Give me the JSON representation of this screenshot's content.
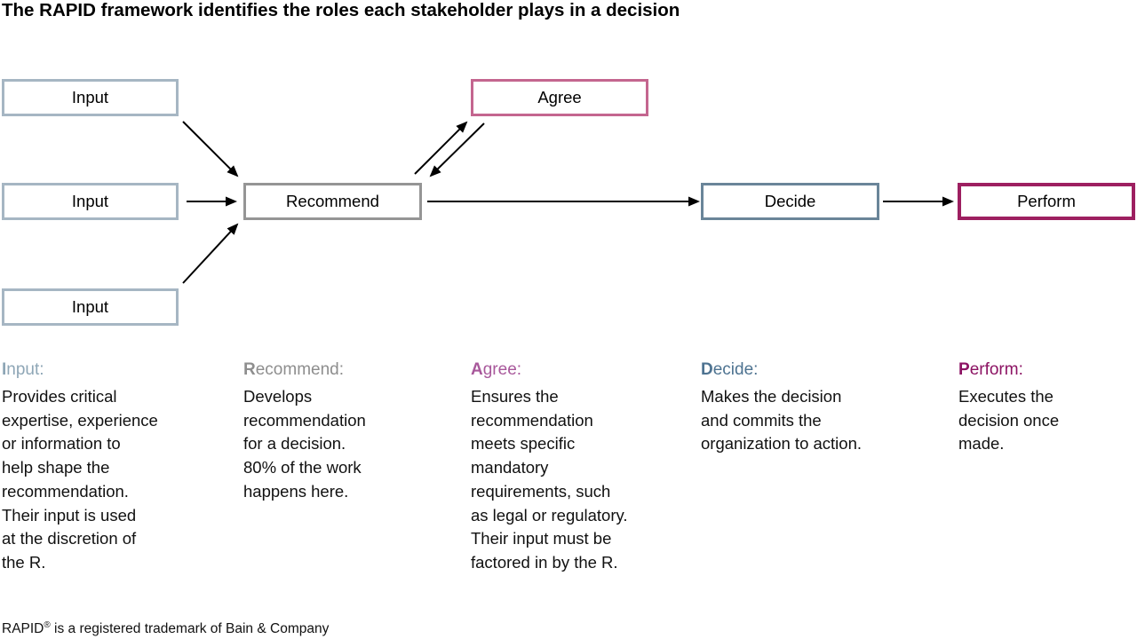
{
  "title": "The RAPID framework identifies the roles each stakeholder plays in a decision",
  "diagram": {
    "boxes": {
      "input1": {
        "label": "Input"
      },
      "input2": {
        "label": "Input"
      },
      "input3": {
        "label": "Input"
      },
      "recommend": {
        "label": "Recommend"
      },
      "agree": {
        "label": "Agree"
      },
      "decide": {
        "label": "Decide"
      },
      "perform": {
        "label": "Perform"
      }
    }
  },
  "roles": [
    {
      "key": "input",
      "first": "I",
      "rest": "nput:",
      "heading_color": "#8ea6b6",
      "body": "Provides critical\nexpertise, experience\nor information to\nhelp shape the\nrecommendation.\nTheir input is used\nat the discretion of\nthe R."
    },
    {
      "key": "recommend",
      "first": "R",
      "rest": "ecommend:",
      "heading_color": "#8e8e8e",
      "body": "Develops\nrecommendation\nfor a decision.\n80% of the work\nhappens here."
    },
    {
      "key": "agree",
      "first": "A",
      "rest": "gree:",
      "heading_color": "#a8589b",
      "body": "Ensures the\nrecommendation\nmeets specific\nmandatory\nrequirements, such\nas legal or regulatory.\nTheir input must be\nfactored in by the R."
    },
    {
      "key": "decide",
      "first": "D",
      "rest": "ecide:",
      "heading_color": "#4e7391",
      "body": "Makes the decision\nand commits the\norganization to action."
    },
    {
      "key": "perform",
      "first": "P",
      "rest": "erform:",
      "heading_color": "#8c1363",
      "body": "Executes the\ndecision once\nmade."
    }
  ],
  "footer": {
    "trademark": "RAPID",
    "reg": "®",
    "text": " is a registered trademark of Bain & Company"
  },
  "colors": {
    "input_border": "#a6b6c3",
    "recommend_border": "#959595",
    "agree_border": "#c4668f",
    "decide_border": "#6a8599",
    "perform_border": "#9d1f60",
    "arrow": "#000000"
  }
}
